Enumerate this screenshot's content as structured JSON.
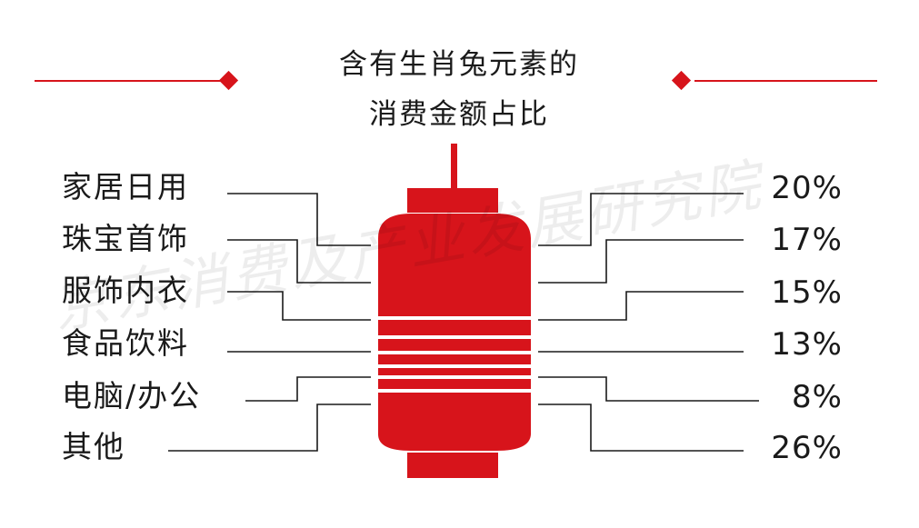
{
  "chart_data": {
    "type": "table",
    "title_line1": "含有生肖兔元素的",
    "title_line2": "消费金额占比",
    "categories": [
      "家居日用",
      "珠宝首饰",
      "服饰内衣",
      "食品饮料",
      "电脑/办公",
      "其他"
    ],
    "values": [
      "20%",
      "17%",
      "15%",
      "13%",
      "8%",
      "26%"
    ]
  },
  "watermark": "京东消费及产业发展研究院",
  "colors": {
    "accent": "#d7141b",
    "line": "#1a1a1a",
    "text": "#1a1a1a"
  }
}
